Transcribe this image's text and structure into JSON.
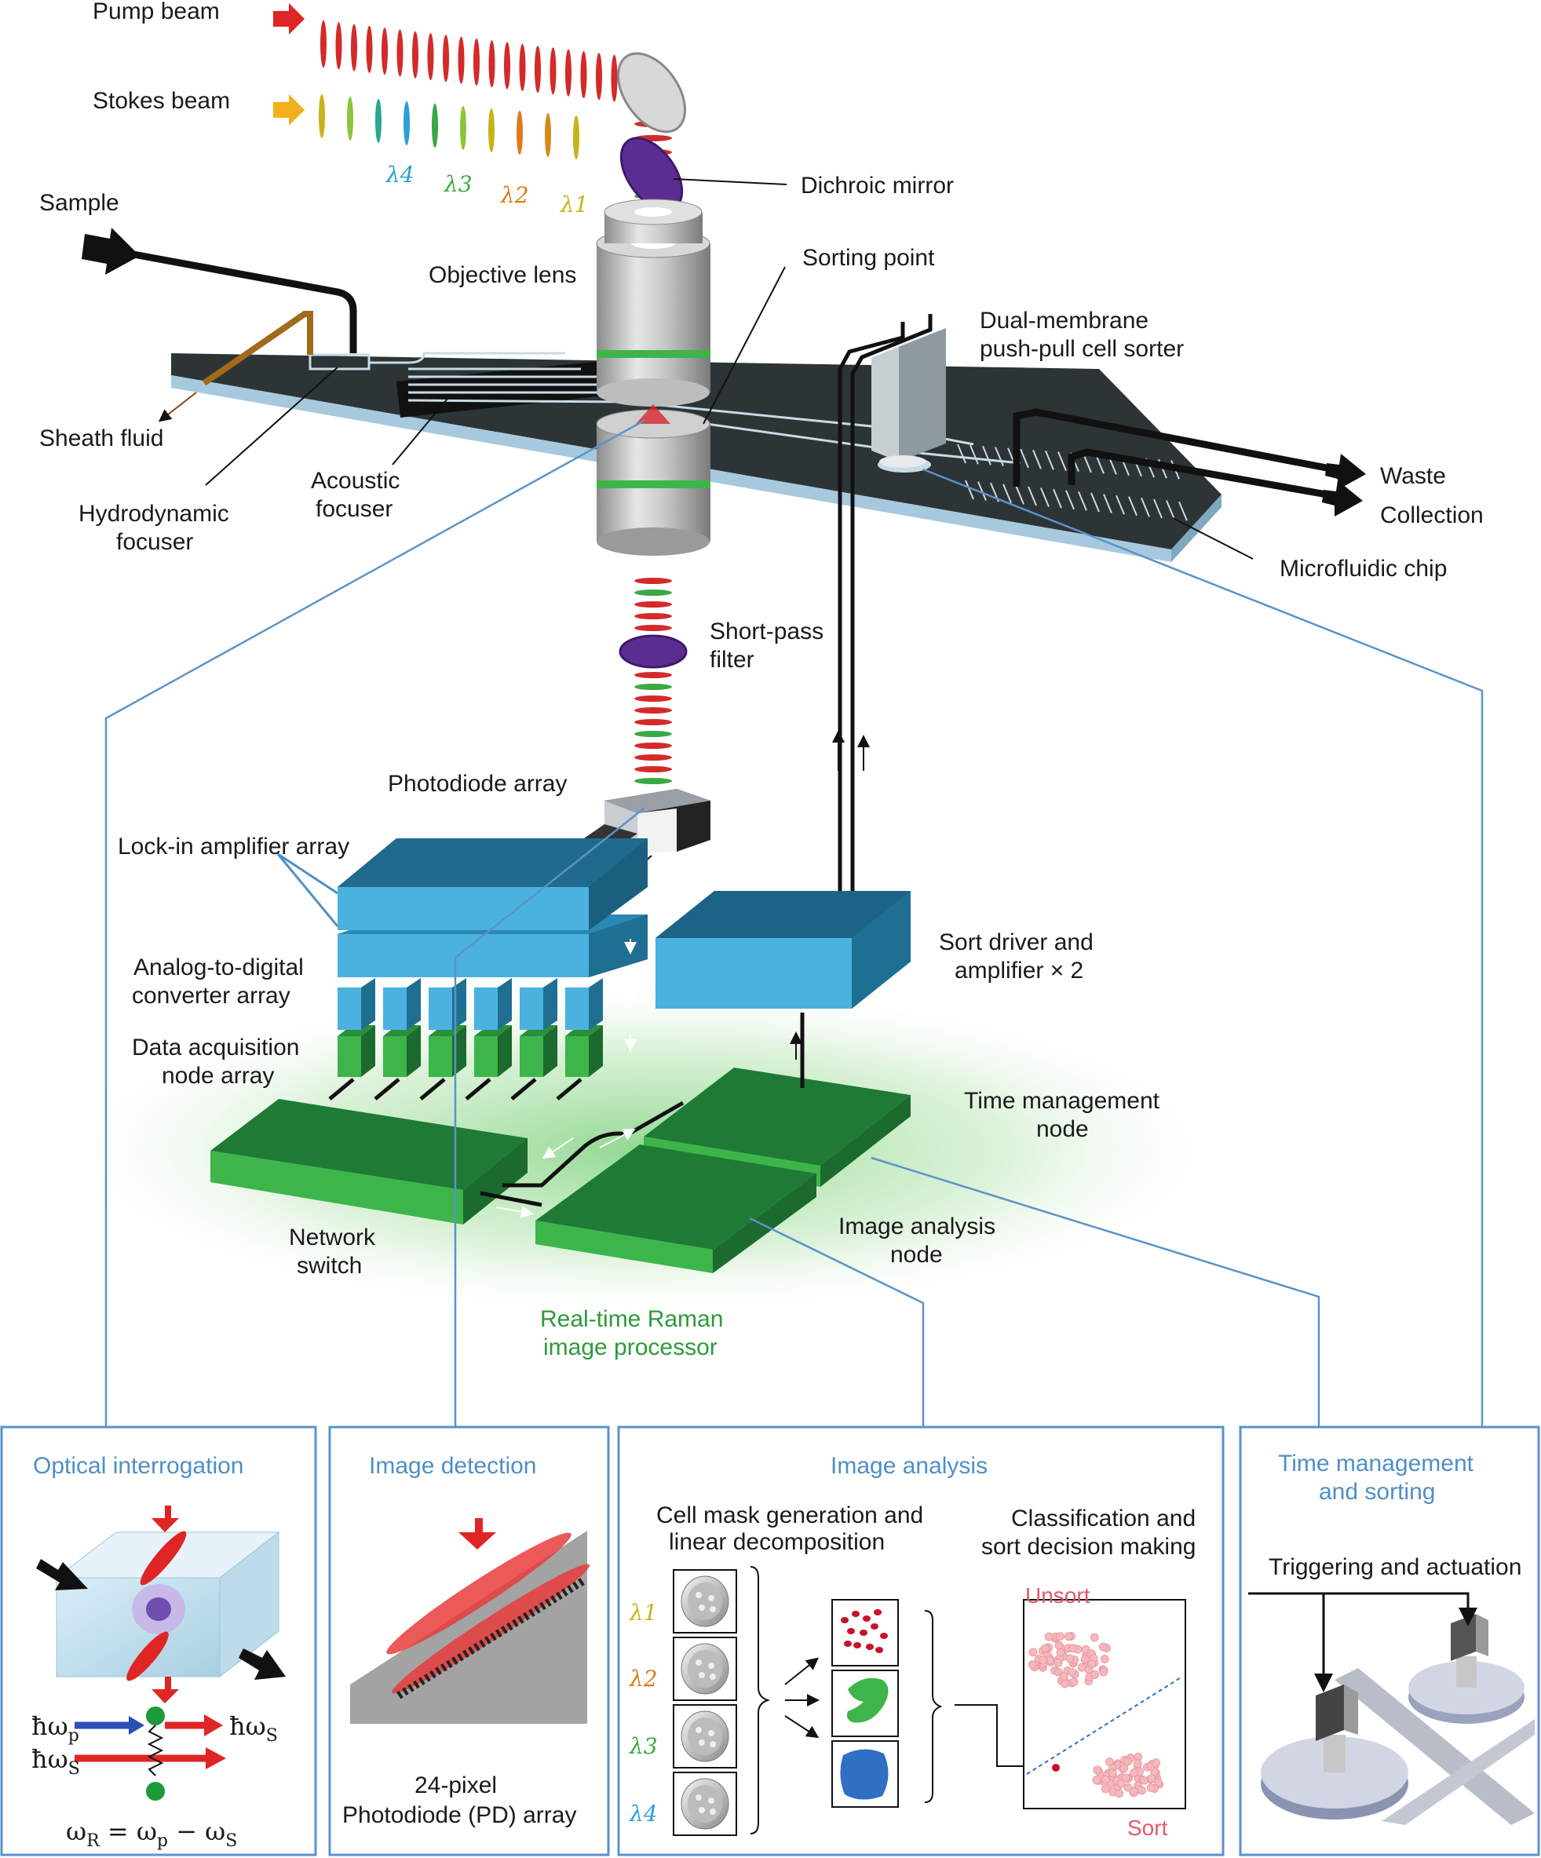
{
  "labels": {
    "pump_beam": "Pump beam",
    "stokes_beam": "Stokes beam",
    "lambda4": "λ4",
    "lambda3": "λ3",
    "lambda2": "λ2",
    "lambda1": "λ1",
    "dichroic_mirror": "Dichroic mirror",
    "sample": "Sample",
    "objective_lens": "Objective lens",
    "sorting_point": "Sorting point",
    "cell_sorter_line1": "Dual-membrane",
    "cell_sorter_line2": "push-pull cell sorter",
    "sheath_fluid": "Sheath fluid",
    "hydrodynamic_line1": "Hydrodynamic",
    "hydrodynamic_line2": "focuser",
    "acoustic_line1": "Acoustic",
    "acoustic_line2": "focuser",
    "waste": "Waste",
    "collection": "Collection",
    "microfluidic_chip": "Microfluidic chip",
    "short_pass_line1": "Short-pass",
    "short_pass_line2": "filter",
    "photodiode_array": "Photodiode array",
    "lockin_array": "Lock-in amplifier array",
    "adc_line1": "Analog-to-digital",
    "adc_line2": "converter array",
    "daq_line1": "Data acquisition",
    "daq_line2": "node array",
    "sort_driver_line1": "Sort driver and",
    "sort_driver_line2": "amplifier × 2",
    "time_node_line1": "Time management",
    "time_node_line2": "node",
    "image_node_line1": "Image analysis",
    "image_node_line2": "node",
    "network_line1": "Network",
    "network_line2": "switch",
    "raman_line1": "Real-time Raman",
    "raman_line2": "image processor"
  },
  "panels": {
    "optical": {
      "title": "Optical interrogation",
      "hw_p": "ħω",
      "p_sub": "p",
      "hw_s_right": "ħω",
      "s_sub": "S",
      "hw_s_left": "ħω",
      "equation_lhs": "ω",
      "eq_r_sub": "R",
      "equation_mid": " = ω",
      "equation_minus": " − ω"
    },
    "detection": {
      "title": "Image detection",
      "caption_line1": "24-pixel",
      "caption_line2": "Photodiode (PD) array"
    },
    "analysis": {
      "title": "Image analysis",
      "mask_line1": "Cell mask generation and",
      "mask_line2": "linear decomposition",
      "class_line1": "Classification and",
      "class_line2": "sort decision making",
      "unsort": "Unsort",
      "sort": "Sort"
    },
    "timing": {
      "title_line1": "Time management",
      "title_line2": "and sorting",
      "subtitle": "Triggering and actuation"
    }
  },
  "colors": {
    "pump": "#d42a2a",
    "panel_border": "#5b93c8",
    "green_node": "#3db54a",
    "blue_box": "#45a9db"
  }
}
